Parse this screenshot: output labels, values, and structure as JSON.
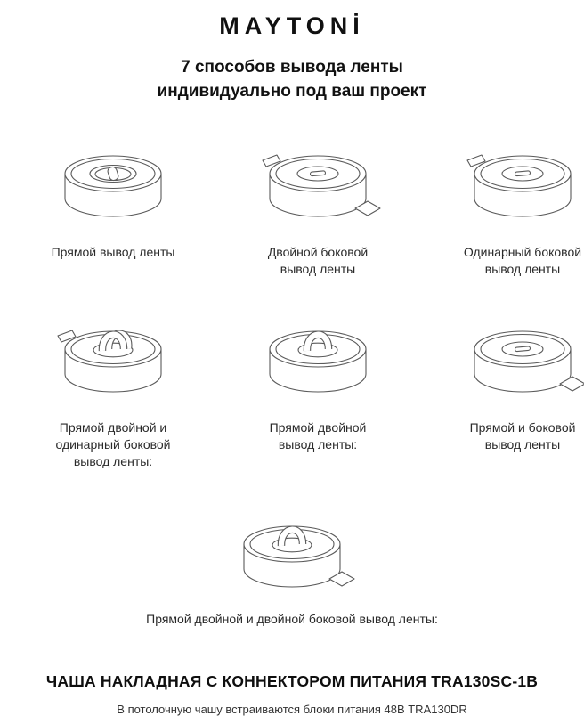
{
  "header": {
    "logo": "MAYTONİ",
    "title_line1": "7 способов вывода ленты",
    "title_line2": "индивидуально под ваш проект"
  },
  "figures": [
    {
      "caption": "Прямой вывод ленты",
      "features": [
        "slot"
      ]
    },
    {
      "caption": "Двойной боковой вывод ленты",
      "features": [
        "slit",
        "tab-left",
        "diamond-right"
      ]
    },
    {
      "caption": "Одинарный боковой вывод ленты",
      "features": [
        "slit",
        "tab-left"
      ]
    },
    {
      "caption": "Прямой двойной и одинарный боковой вывод ленты:",
      "features": [
        "loop",
        "loop2",
        "tab-left"
      ]
    },
    {
      "caption": "Прямой двойной вывод ленты:",
      "features": [
        "loop"
      ]
    },
    {
      "caption": "Прямой и боковой вывод ленты",
      "features": [
        "slit",
        "diamond-right"
      ]
    },
    {
      "caption": "Прямой двойной и двойной  боковой вывод ленты:",
      "features": [
        "loop",
        "diamond-right"
      ]
    }
  ],
  "footer": {
    "product_title": "ЧАША НАКЛАДНАЯ С КОННЕКТОРОМ ПИТАНИЯ TRA130SC-1B",
    "product_subtitle": "В потолочную чашу встраиваются блоки питания 48В TRA130DR"
  },
  "colors": {
    "line": "#5a5a5a",
    "text": "#1f1f1f"
  }
}
